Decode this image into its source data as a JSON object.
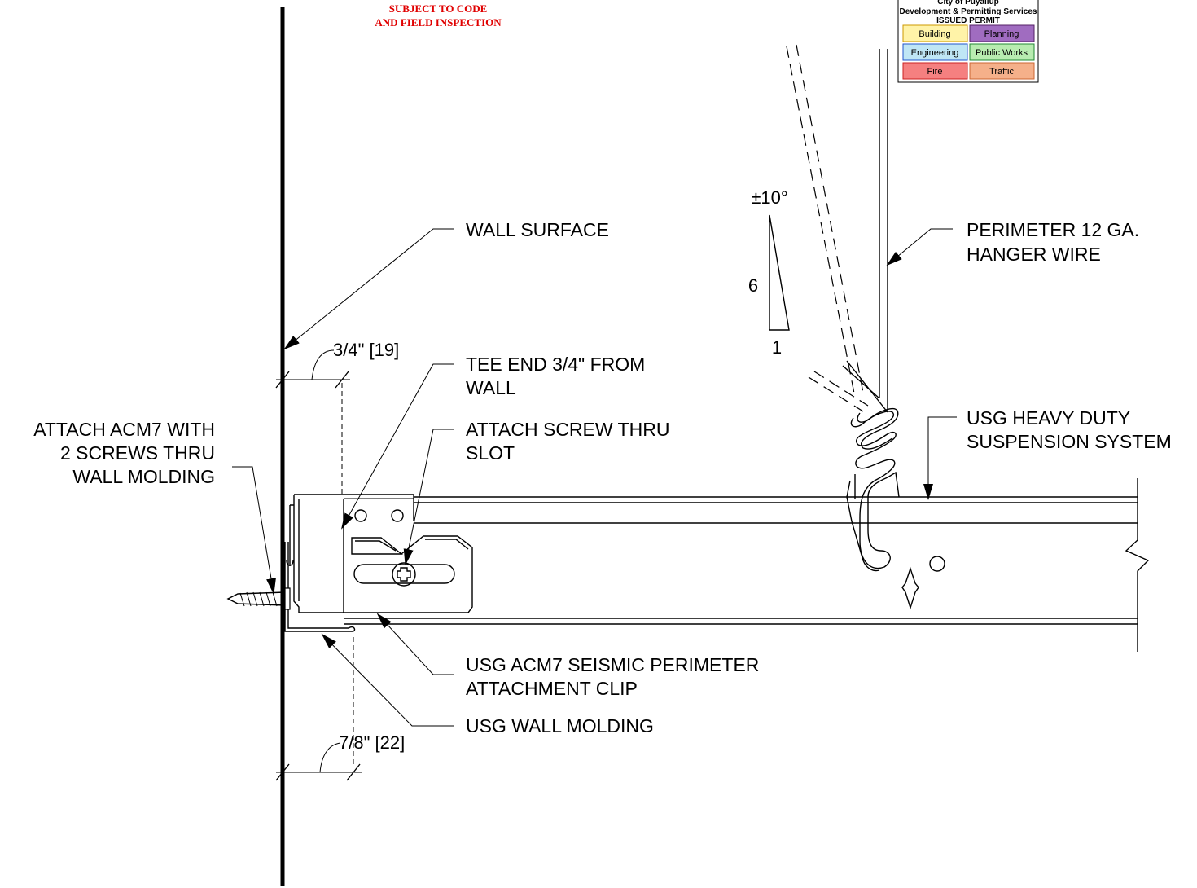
{
  "stamp": {
    "line1": "SUBJECT TO CODE",
    "line2": "AND FIELD INSPECTION"
  },
  "permit": {
    "line1": "City of Puyallup",
    "line2": "Development & Permitting Services",
    "line3": "ISSUED PERMIT",
    "cells": [
      {
        "label": "Building",
        "color": "#fff3a8"
      },
      {
        "label": "Planning",
        "color": "#a06cc0"
      },
      {
        "label": "Engineering",
        "color": "#bfe6f5"
      },
      {
        "label": "Public Works",
        "color": "#b8ecb0"
      },
      {
        "label": "Fire",
        "color": "#f58080"
      },
      {
        "label": "Traffic",
        "color": "#f5b08a"
      }
    ]
  },
  "labels": {
    "wall_surface": "WALL SURFACE",
    "hanger_1": "PERIMETER 12 GA.",
    "hanger_2": "HANGER WIRE",
    "tee_end_1": "TEE END 3/4\" FROM",
    "tee_end_2": "WALL",
    "screw_1": "ATTACH SCREW THRU",
    "screw_2": "SLOT",
    "attach_1": "ATTACH ACM7 WITH",
    "attach_2": "2 SCREWS THRU",
    "attach_3": "WALL MOLDING",
    "suspension_1": "USG HEAVY DUTY",
    "suspension_2": "SUSPENSION SYSTEM",
    "clip_1": "USG ACM7 SEISMIC PERIMETER",
    "clip_2": "ATTACHMENT CLIP",
    "molding": "USG WALL MOLDING"
  },
  "dimensions": {
    "top": "3/4\" [19]",
    "bottom": "7/8\" [22]"
  },
  "slope": {
    "angle": "±10°",
    "rise": "6",
    "run": "1"
  }
}
